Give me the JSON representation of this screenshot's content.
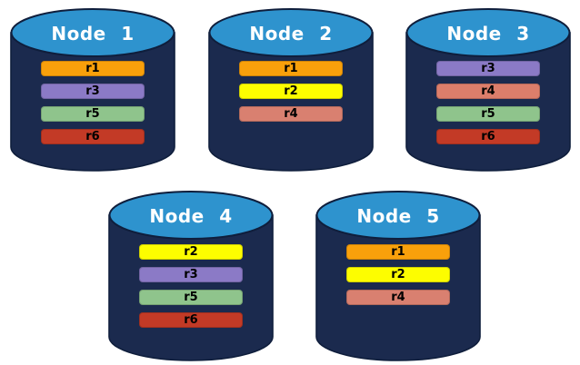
{
  "palette": {
    "background": "#FFFFFF",
    "cylinder_body": "#1B2A4E",
    "cylinder_outline": "#0F1E3C",
    "cylinder_top": "#2E93CE",
    "title_color": "#FFFFFF",
    "bar_text_color": "#000000"
  },
  "nodes": [
    {
      "label": "Node 1",
      "replicas": [
        {
          "label": "r1",
          "color": "#F9A00B"
        },
        {
          "label": "r3",
          "color": "#8B7AC6"
        },
        {
          "label": "r5",
          "color": "#8FC48C"
        },
        {
          "label": "r6",
          "color": "#C33A26"
        }
      ]
    },
    {
      "label": "Node 2",
      "replicas": [
        {
          "label": "r1",
          "color": "#F9A00B"
        },
        {
          "label": "r2",
          "color": "#FDFD00"
        },
        {
          "label": "r4",
          "color": "#D98070"
        }
      ]
    },
    {
      "label": "Node 3",
      "replicas": [
        {
          "label": "r3",
          "color": "#8B7AC6"
        },
        {
          "label": "r4",
          "color": "#DC7E6B"
        },
        {
          "label": "r5",
          "color": "#8FC48C"
        },
        {
          "label": "r6",
          "color": "#C33A26"
        }
      ]
    },
    {
      "label": "Node 4",
      "replicas": [
        {
          "label": "r2",
          "color": "#FDFD00"
        },
        {
          "label": "r3",
          "color": "#8B7AC6"
        },
        {
          "label": "r5",
          "color": "#8FC48C"
        },
        {
          "label": "r6",
          "color": "#C33A26"
        }
      ]
    },
    {
      "label": "Node 5",
      "replicas": [
        {
          "label": "r1",
          "color": "#F9A00B"
        },
        {
          "label": "r2",
          "color": "#FDFD00"
        },
        {
          "label": "r4",
          "color": "#D98070"
        }
      ]
    }
  ]
}
